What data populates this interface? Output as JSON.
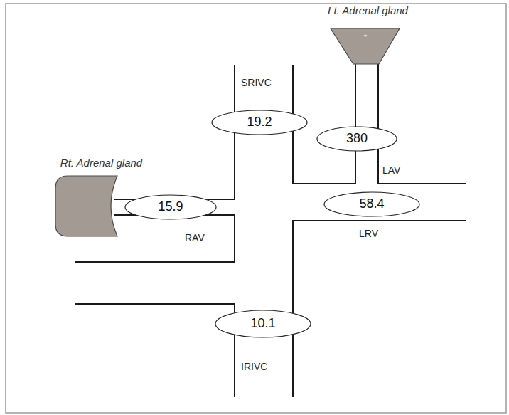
{
  "diagram": {
    "nodes": [
      {
        "text": [
          "Lt. Adrenal gland"
        ]
      },
      {
        "text": [
          "19.2"
        ]
      },
      {
        "text": [
          "380"
        ]
      },
      {
        "text": [
          "Rt. Adrenal gland"
        ]
      },
      {
        "text": [
          "15.9"
        ]
      },
      {
        "text": [
          "58.4"
        ]
      },
      {
        "text": [
          "10.1"
        ]
      }
    ],
    "labels": [
      "SRIVC",
      "LAV",
      "RAV",
      "LRV",
      "IRIVC"
    ]
  }
}
